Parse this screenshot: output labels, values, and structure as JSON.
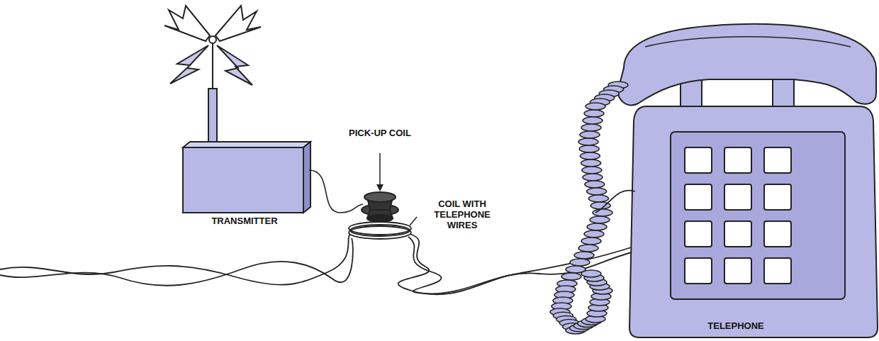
{
  "diagram": {
    "labels": [
      "PICK-UP COIL",
      "TRANSMITTER",
      "COIL WITH TELEPHONE WIRES",
      "TELEPHONE"
    ]
  }
}
